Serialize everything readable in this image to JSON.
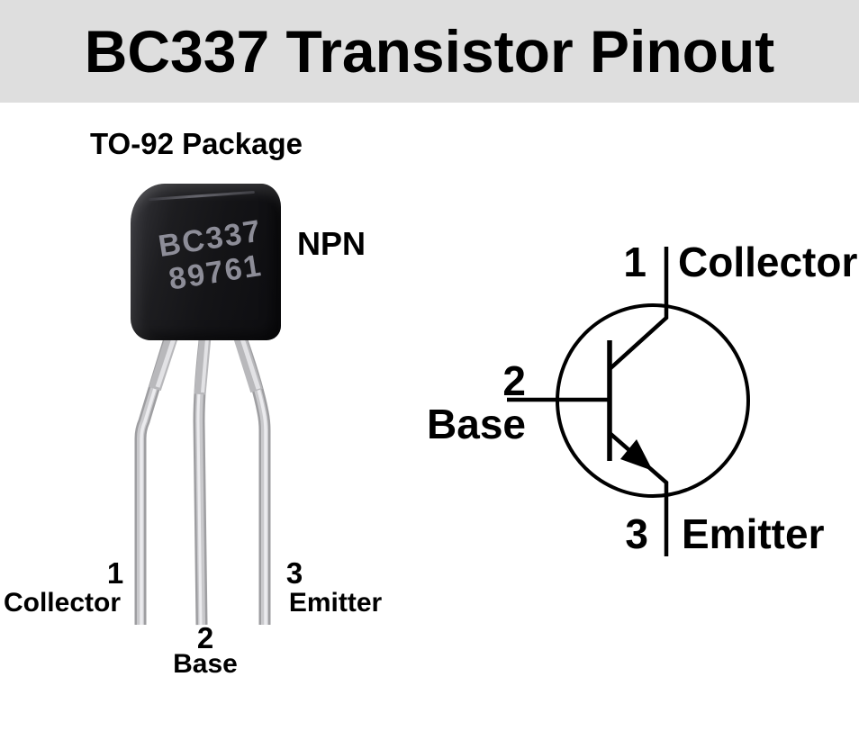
{
  "header": {
    "title": "BC337 Transistor Pinout"
  },
  "package": {
    "label": "TO-92 Package",
    "type_label": "NPN",
    "marking_line1": "BC337",
    "marking_line2": "89761",
    "pins": [
      {
        "number": "1",
        "name": "Collector"
      },
      {
        "number": "2",
        "name": "Base"
      },
      {
        "number": "3",
        "name": "Emitter"
      }
    ]
  },
  "schematic": {
    "symbol": "npn-transistor-symbol",
    "pins": [
      {
        "number": "1",
        "name": "Collector"
      },
      {
        "number": "2",
        "name": "Base"
      },
      {
        "number": "3",
        "name": "Emitter"
      }
    ]
  },
  "colors": {
    "banner_bg": "#dedede",
    "page_bg": "#ffffff",
    "text": "#000000",
    "package_body": "#131315",
    "package_marking": "#8d8d98",
    "lead_silver": "#c6c6c8",
    "schematic_line": "#000000"
  }
}
